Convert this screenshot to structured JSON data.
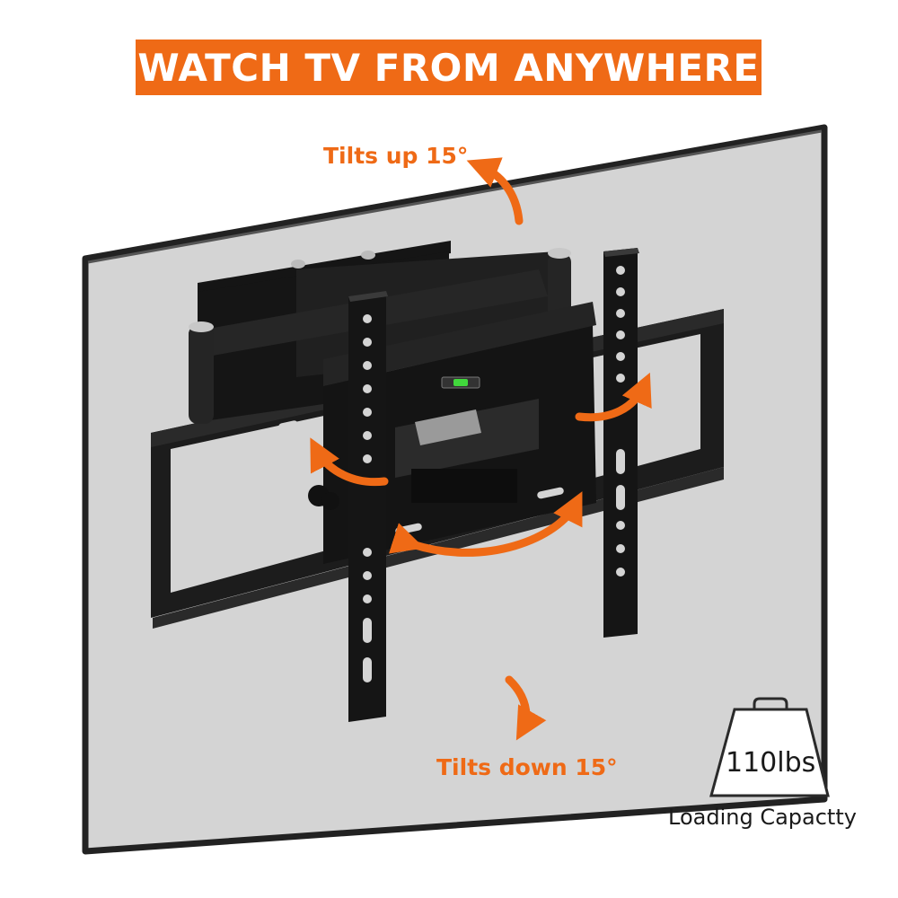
{
  "headline": "WATCH TV FROM ANYWHERE",
  "tilt_up_label": "Tilts up 15°",
  "tilt_down_label": "Tilts down 15°",
  "weight": {
    "value": "110lbs",
    "caption": "Loading Capactty"
  },
  "colors": {
    "accent": "#ef6a16",
    "tv_screen": "#d4d4d4",
    "tv_frame": "#222222",
    "mount": "#1a1a1a"
  },
  "icons": [
    "weight-icon",
    "bubble-level-icon"
  ]
}
